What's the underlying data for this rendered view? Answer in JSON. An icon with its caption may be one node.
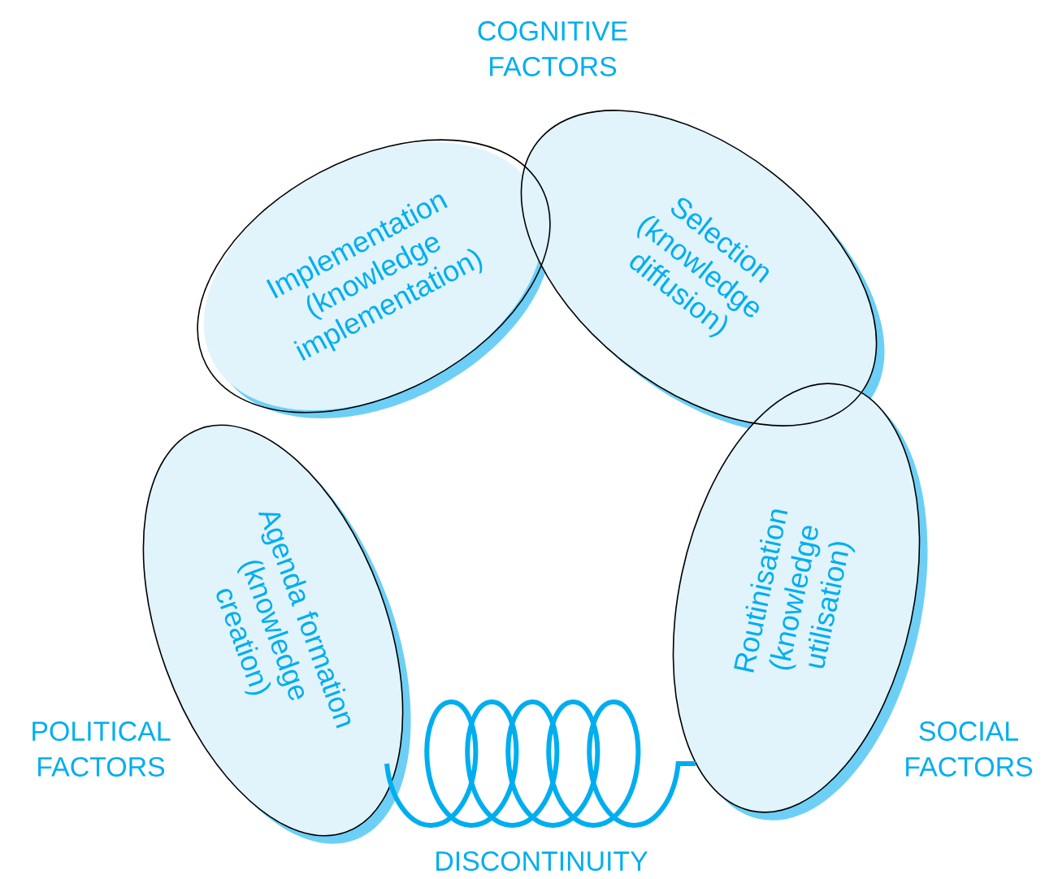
{
  "diagram": {
    "nodes": [
      {
        "text": [
          "Implementation (knowledge implementation)"
        ]
      },
      {
        "text": [
          "Selection (knowledge diffusion)"
        ]
      },
      {
        "text": [
          "Agenda formation (knowledge creation)"
        ]
      },
      {
        "text": [
          "Routinisation (knowledge utilisation)"
        ]
      }
    ],
    "edges": [
      {
        "from": 2,
        "to": 3,
        "arrow": "none",
        "label": "DISCONTINUITY",
        "color": "#00aeef"
      }
    ],
    "labels": [
      "COGNITIVE FACTORS",
      "POLITICAL FACTORS",
      "SOCIAL FACTORS"
    ]
  }
}
